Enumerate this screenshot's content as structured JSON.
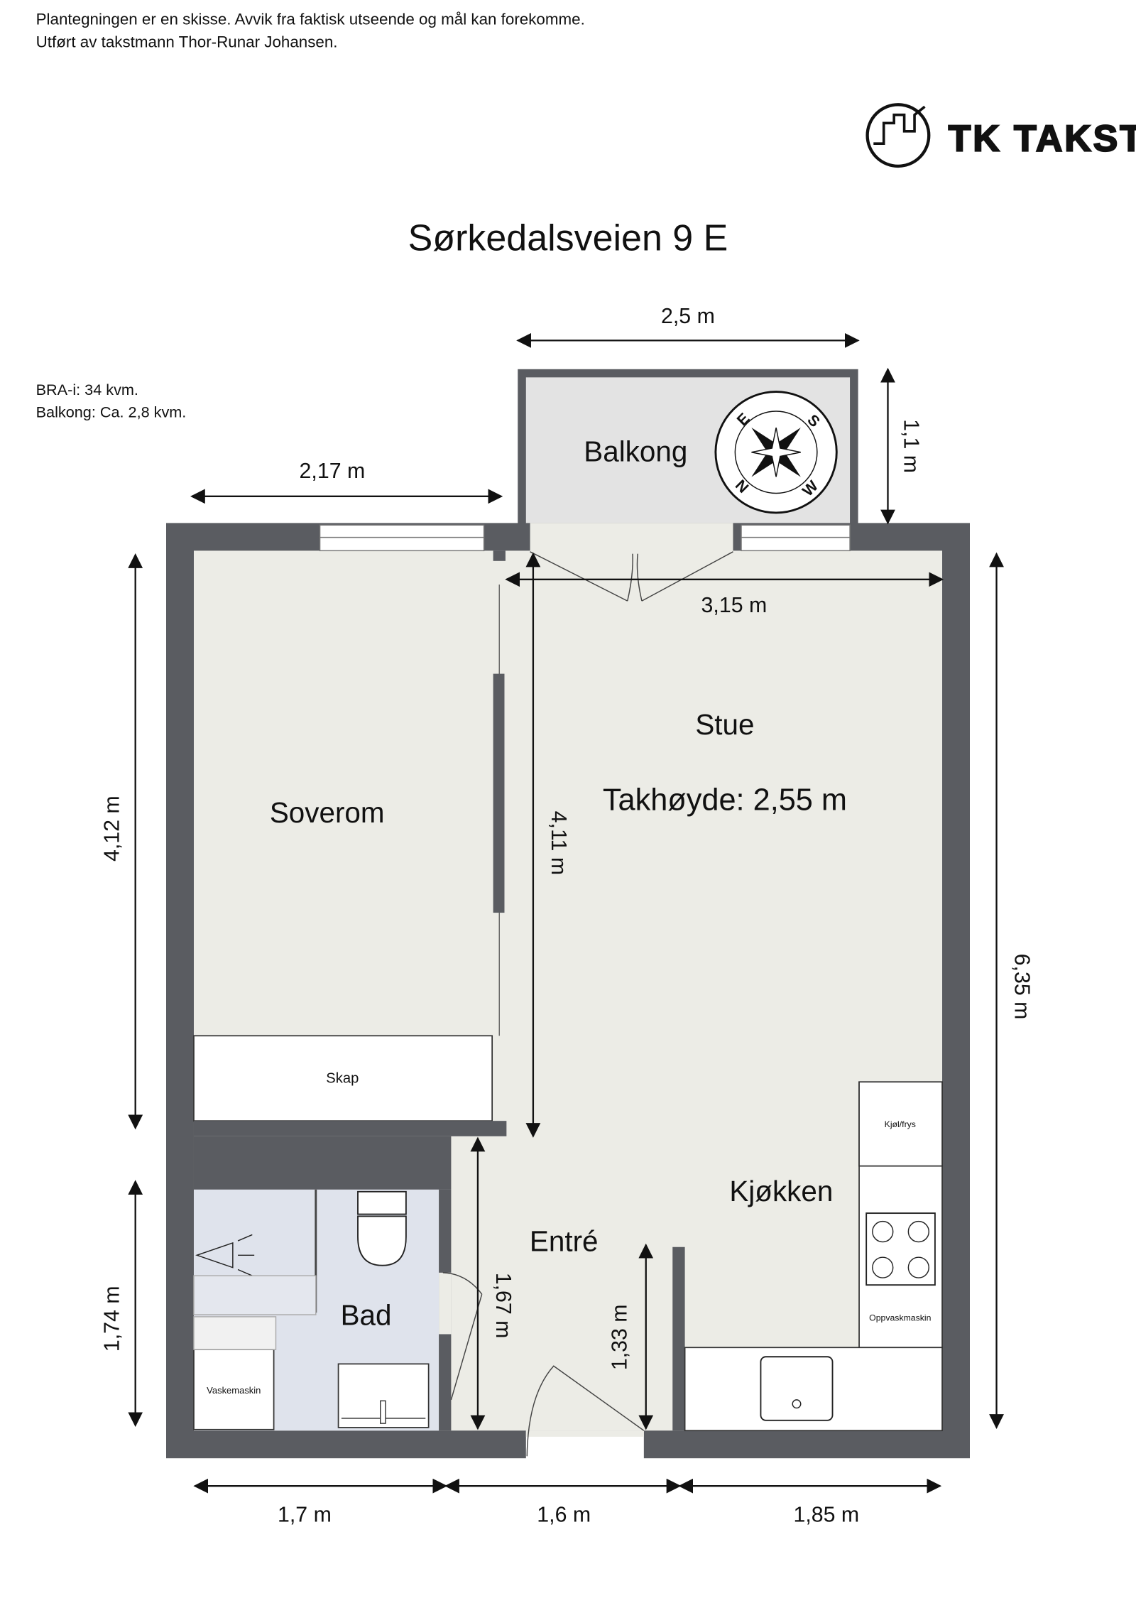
{
  "header": {
    "disclaimer": "Plantegningen er en skisse. Avvik fra faktisk utseende og mål kan forekomme.",
    "author": "Utført av takstmann Thor-Runar Johansen.",
    "logo_text": "TK TAKST",
    "title": "Sørkedalsveien 9 E"
  },
  "info": {
    "bra": "BRA-i: 34 kvm.",
    "balkong": "Balkong: Ca. 2,8 kvm."
  },
  "rooms": {
    "balkong": "Balkong",
    "stue": "Stue",
    "takhoyde": "Takhøyde: 2,55 m",
    "soverom": "Soverom",
    "skap": "Skap",
    "entre": "Entré",
    "kjokken": "Kjøkken",
    "bad": "Bad",
    "kjol": "Kjøl/frys",
    "oppvask": "Oppvaskmaskin",
    "vaskemaskin": "Vaskemaskin"
  },
  "compass": {
    "n": "N",
    "e": "E",
    "s": "S",
    "w": "W"
  },
  "dimensions": {
    "balkong_width": "2,5 m",
    "balkong_depth": "1,1 m",
    "soverom_width": "2,17 m",
    "stue_width": "3,15 m",
    "soverom_height": "4,12 m",
    "stue_height": "4,11 m",
    "total_height": "6,35 m",
    "bad_height": "1,74 m",
    "entre_height": "1,67 m",
    "kjokken_wall": "1,33 m",
    "bottom_1": "1,7 m",
    "bottom_2": "1,6 m",
    "bottom_3": "1,85 m"
  }
}
